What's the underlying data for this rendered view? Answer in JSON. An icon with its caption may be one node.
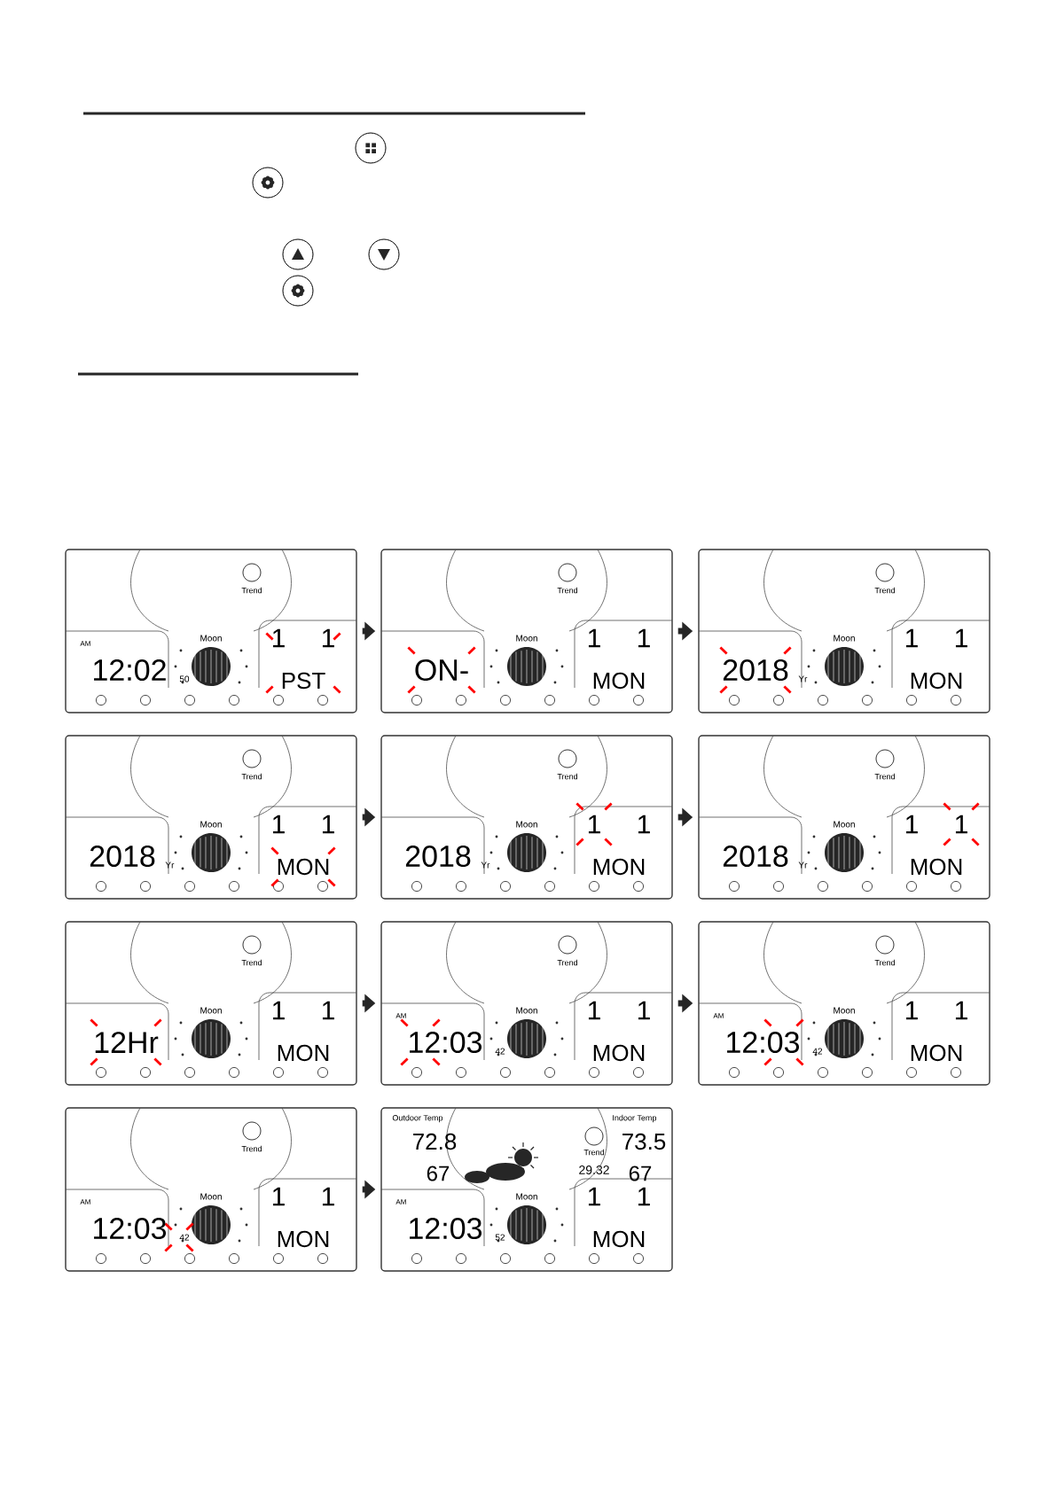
{
  "diagram": {
    "nodes": [
      {
        "text": [
          "Trend",
          "AM",
          "12:02",
          "50",
          "Moon",
          "1",
          "1",
          "PST"
        ]
      },
      {
        "text": [
          "Trend",
          "ON-",
          "Moon",
          "1",
          "1",
          "MON"
        ]
      },
      {
        "text": [
          "Trend",
          "2018",
          "Yr",
          "Moon",
          "1",
          "1",
          "MON"
        ]
      },
      {
        "text": [
          "Trend",
          "2018",
          "Yr",
          "Moon",
          "1",
          "1",
          "MON"
        ]
      },
      {
        "text": [
          "Trend",
          "2018",
          "Yr",
          "Moon",
          "1",
          "1",
          "MON"
        ]
      },
      {
        "text": [
          "Trend",
          "2018",
          "Yr",
          "Moon",
          "1",
          "1",
          "MON"
        ]
      },
      {
        "text": [
          "Trend",
          "12Hr",
          "Moon",
          "1",
          "1",
          "MON"
        ]
      },
      {
        "text": [
          "Trend",
          "AM",
          "12:03",
          "42",
          "Moon",
          "1",
          "1",
          "MON"
        ]
      },
      {
        "text": [
          "Trend",
          "AM",
          "12:03",
          "42",
          "Moon",
          "1",
          "1",
          "MON"
        ]
      },
      {
        "text": [
          "Trend",
          "AM",
          "12:03",
          "42",
          "Moon",
          "1",
          "1",
          "MON"
        ]
      },
      {
        "text": [
          "Outdoor Temp",
          "72.8",
          "67",
          "Trend",
          "29.32",
          "Indoor Temp",
          "73.5",
          "67",
          "AM",
          "12:03",
          "52",
          "Moon",
          "1",
          "1",
          "MON"
        ]
      }
    ],
    "edges": [
      {
        "from": 0,
        "to": 1,
        "arrow": "to"
      },
      {
        "from": 1,
        "to": 2,
        "arrow": "to"
      },
      {
        "from": 3,
        "to": 4,
        "arrow": "to"
      },
      {
        "from": 4,
        "to": 5,
        "arrow": "to"
      },
      {
        "from": 6,
        "to": 7,
        "arrow": "to"
      },
      {
        "from": 7,
        "to": 8,
        "arrow": "to"
      },
      {
        "from": 9,
        "to": 10,
        "arrow": "to"
      }
    ]
  }
}
